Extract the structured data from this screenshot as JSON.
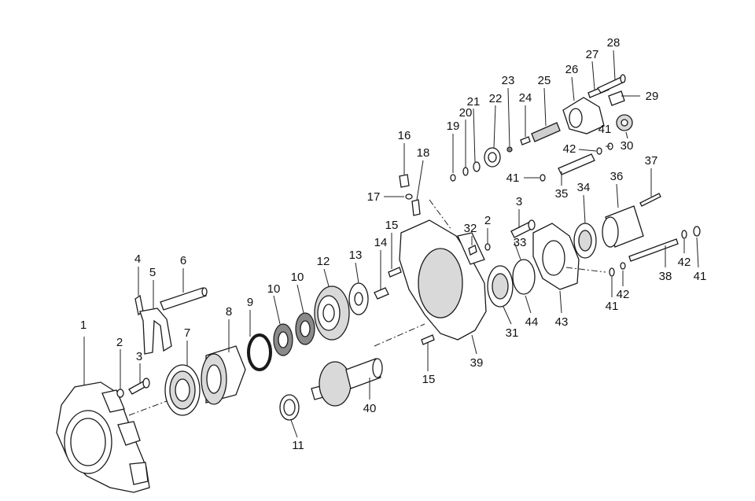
{
  "diagram": {
    "callouts": [
      {
        "id": "c1",
        "label": "1"
      },
      {
        "id": "c2a",
        "label": "2"
      },
      {
        "id": "c3a",
        "label": "3"
      },
      {
        "id": "c4",
        "label": "4"
      },
      {
        "id": "c5",
        "label": "5"
      },
      {
        "id": "c6",
        "label": "6"
      },
      {
        "id": "c7",
        "label": "7"
      },
      {
        "id": "c8",
        "label": "8"
      },
      {
        "id": "c9",
        "label": "9"
      },
      {
        "id": "c10a",
        "label": "10"
      },
      {
        "id": "c10b",
        "label": "10"
      },
      {
        "id": "c11",
        "label": "11"
      },
      {
        "id": "c12",
        "label": "12"
      },
      {
        "id": "c13",
        "label": "13"
      },
      {
        "id": "c14",
        "label": "14"
      },
      {
        "id": "c15a",
        "label": "15"
      },
      {
        "id": "c15b",
        "label": "15"
      },
      {
        "id": "c16",
        "label": "16"
      },
      {
        "id": "c17",
        "label": "17"
      },
      {
        "id": "c18",
        "label": "18"
      },
      {
        "id": "c19",
        "label": "19"
      },
      {
        "id": "c20",
        "label": "20"
      },
      {
        "id": "c21",
        "label": "21"
      },
      {
        "id": "c22",
        "label": "22"
      },
      {
        "id": "c23",
        "label": "23"
      },
      {
        "id": "c24",
        "label": "24"
      },
      {
        "id": "c25",
        "label": "25"
      },
      {
        "id": "c26",
        "label": "26"
      },
      {
        "id": "c27",
        "label": "27"
      },
      {
        "id": "c28",
        "label": "28"
      },
      {
        "id": "c29",
        "label": "29"
      },
      {
        "id": "c30",
        "label": "30"
      },
      {
        "id": "c31",
        "label": "31"
      },
      {
        "id": "c32",
        "label": "32"
      },
      {
        "id": "c2b",
        "label": "2"
      },
      {
        "id": "c3b",
        "label": "3"
      },
      {
        "id": "c33",
        "label": "33"
      },
      {
        "id": "c34",
        "label": "34"
      },
      {
        "id": "c35",
        "label": "35"
      },
      {
        "id": "c36",
        "label": "36"
      },
      {
        "id": "c37",
        "label": "37"
      },
      {
        "id": "c38",
        "label": "38"
      },
      {
        "id": "c39",
        "label": "39"
      },
      {
        "id": "c40",
        "label": "40"
      },
      {
        "id": "c41a",
        "label": "41"
      },
      {
        "id": "c41b",
        "label": "41"
      },
      {
        "id": "c41c",
        "label": "41"
      },
      {
        "id": "c41d",
        "label": "41"
      },
      {
        "id": "c42a",
        "label": "42"
      },
      {
        "id": "c42b",
        "label": "42"
      },
      {
        "id": "c42c",
        "label": "42"
      },
      {
        "id": "c43",
        "label": "43"
      },
      {
        "id": "c44",
        "label": "44"
      }
    ]
  }
}
